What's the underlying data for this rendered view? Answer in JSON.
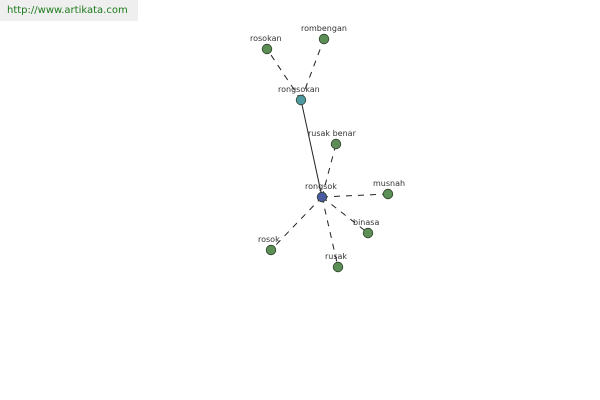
{
  "header": {
    "url_text": "http://www.artikata.com"
  },
  "colors": {
    "leaf_node": "#5b8f55",
    "center_node": "#4a5aa0",
    "hub_node": "#4e9aa0",
    "edge": "#222222",
    "banner_text": "#1d7a1d"
  },
  "graph": {
    "nodes": [
      {
        "id": "rongsok",
        "label": "rongsok",
        "kind": "center"
      },
      {
        "id": "rongsokan",
        "label": "rongsokan",
        "kind": "hub"
      },
      {
        "id": "rosokan",
        "label": "rosokan",
        "kind": "leaf"
      },
      {
        "id": "rombengan",
        "label": "rombengan",
        "kind": "leaf"
      },
      {
        "id": "rusak-benar",
        "label": "rusak benar",
        "kind": "leaf"
      },
      {
        "id": "musnah",
        "label": "musnah",
        "kind": "leaf"
      },
      {
        "id": "binasa",
        "label": "binasa",
        "kind": "leaf"
      },
      {
        "id": "rusak",
        "label": "rusak",
        "kind": "leaf"
      },
      {
        "id": "rosok",
        "label": "rosok",
        "kind": "leaf"
      }
    ],
    "edges": [
      {
        "from": "rongsok",
        "to": "rongsokan",
        "style": "solid"
      },
      {
        "from": "rongsokan",
        "to": "rosokan",
        "style": "dashed"
      },
      {
        "from": "rongsokan",
        "to": "rombengan",
        "style": "dashed"
      },
      {
        "from": "rongsok",
        "to": "rusak-benar",
        "style": "dashed"
      },
      {
        "from": "rongsok",
        "to": "musnah",
        "style": "dashed"
      },
      {
        "from": "rongsok",
        "to": "binasa",
        "style": "dashed"
      },
      {
        "from": "rongsok",
        "to": "rusak",
        "style": "dashed"
      },
      {
        "from": "rongsok",
        "to": "rosok",
        "style": "dashed"
      }
    ]
  }
}
